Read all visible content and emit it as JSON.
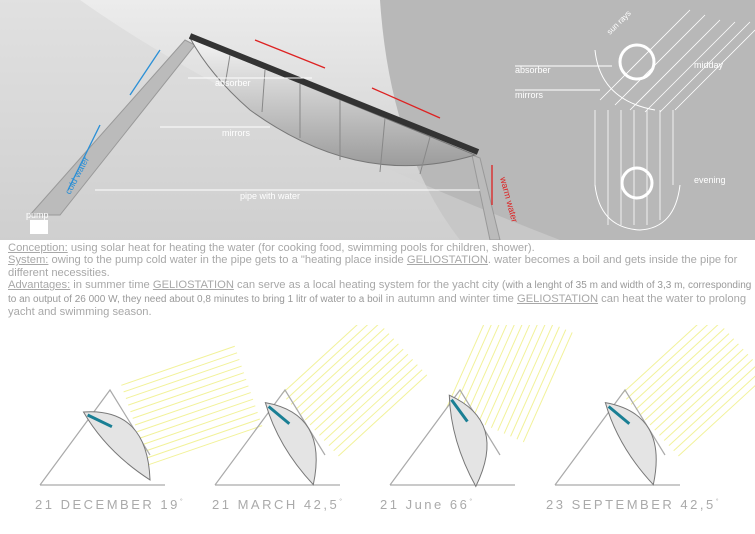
{
  "diagram": {
    "labels": {
      "absorber": "absorber",
      "mirrors": "mirrors",
      "cold_water": "cold water",
      "warm_water": "warm water",
      "pipe_with_water": "pipe with water",
      "pump": "pump"
    },
    "inset": {
      "sun_rays": "sun rays",
      "absorber": "absorber",
      "mirrors": "mirrors",
      "midday": "midday",
      "evening": "evening"
    }
  },
  "description": {
    "conception_label": "Conception:",
    "conception_text": " using solar heat for heating the water (for cooking food, swimming pools for children, shower).",
    "system_label": "System:",
    "system_text_1": " owing to the pump cold water in the pipe gets to a \"heating place inside ",
    "system_brand": "GELIOSTATION",
    "system_text_2": ". water becomes a boil and gets inside the pipe for different necessities.",
    "advantages_label": "Advantages:",
    "adv_text_1": " in summer time ",
    "adv_brand_1": "GELIOSTATION",
    "adv_text_2": " can serve as a local heating system for the yacht city (",
    "adv_small_1": "with a lenght of 35 m and width of 3,3 m, corresponding to an output of 26 000 W, they need about 0,8 minutes to bring 1 litr of water to a boil",
    "adv_text_3": " in autumn and winter time ",
    "adv_brand_2": "GELIOSTATION",
    "adv_text_4": " can heat the water to prolong yacht and swimming season."
  },
  "seasons": [
    {
      "date": "21 DECEMBER",
      "angle": "19",
      "deg": "°"
    },
    {
      "date": "21 MARCH",
      "angle": "42,5",
      "deg": "°"
    },
    {
      "date": "21 June",
      "angle": "66",
      "deg": "°"
    },
    {
      "date": "23 SEPTEMBER",
      "angle": "42,5",
      "deg": "°"
    }
  ],
  "colors": {
    "accent_blue": "#2a8fd6",
    "warm_red": "#d22",
    "rays": "#f2f29a",
    "absorber_teal": "#1a7f94"
  }
}
